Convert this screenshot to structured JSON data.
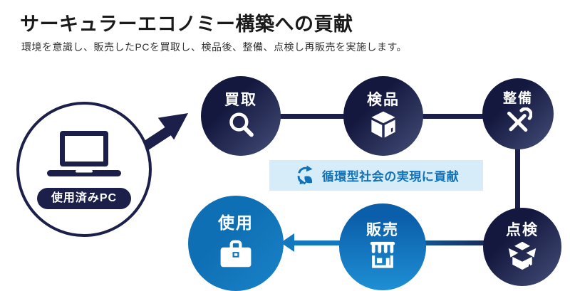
{
  "page": {
    "title": "サーキュラーエコノミー構築への貢献",
    "subtitle": "環境を意識し、販売したPCを買取し、検品後、整備、点検し再販売を実施します。"
  },
  "source": {
    "label": "使用済みPC",
    "icon": "laptop-icon"
  },
  "banner": {
    "text": "循環型社会の実現に貢献",
    "icon": "recycle-leaf-icon",
    "bg_color": "#d6ecf8",
    "text_color": "#1272b8"
  },
  "nodes": [
    {
      "label": "買取",
      "icon": "magnifier-icon",
      "color": "#1b1f4a"
    },
    {
      "label": "検品",
      "icon": "closed-box-icon",
      "color": "#1b1f4a"
    },
    {
      "label": "整備",
      "icon": "tools-icon",
      "color": "#1b1f4a"
    },
    {
      "label": "点検",
      "icon": "open-box-icon",
      "color": "#1b1f4a"
    },
    {
      "label": "販売",
      "icon": "storefront-icon",
      "color": "#1173b9"
    },
    {
      "label": "使用",
      "icon": "briefcase-icon",
      "color": "#1277bd"
    }
  ],
  "colors": {
    "navy": "#1b1f4a",
    "blue": "#1478bf",
    "banner_bg": "#d6ecf8"
  }
}
